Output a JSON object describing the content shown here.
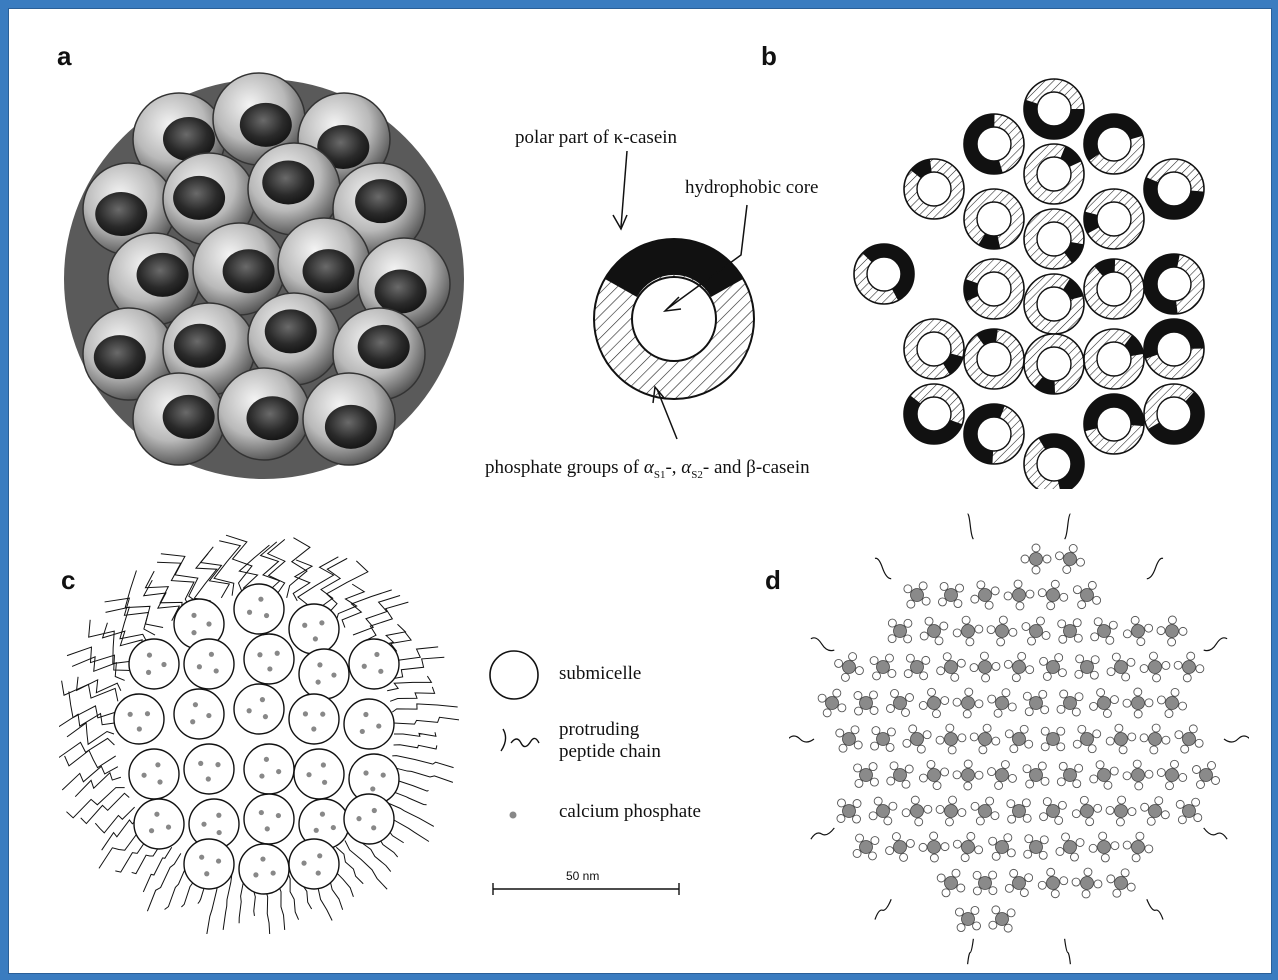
{
  "panels": {
    "a": "a",
    "b": "b",
    "c": "c",
    "d": "d"
  },
  "submicelle_diagram": {
    "polar_label": "polar part of κ-casein",
    "core_label": "hydrophobic core",
    "phosphate_label_main": "phosphate groups of ",
    "alpha": "α",
    "s1": "S1",
    "s2": "S2",
    "phosphate_sep1": "-, ",
    "phosphate_sep2": "- and β-casein"
  },
  "legend": {
    "submicelle": "submicelle",
    "protruding_line1": "protruding",
    "protruding_line2": "peptide chain",
    "calcium_phosphate": "calcium phosphate",
    "scale_bar": "50 nm"
  },
  "colors": {
    "frame": "#3a7cc0",
    "ink": "#111111",
    "sphere_dark": "#2e2e2e",
    "sphere_light": "#d8d8d8",
    "node_gray": "#8a8a8a"
  }
}
